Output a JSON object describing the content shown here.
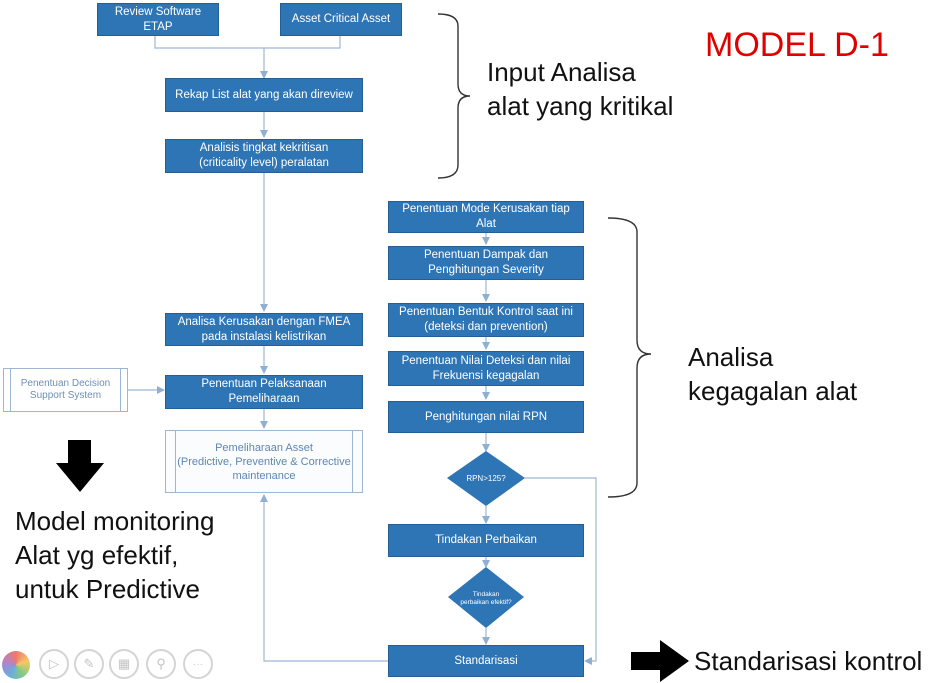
{
  "title": "MODEL D-1",
  "boxes": {
    "review_software": "Review Software\nETAP",
    "asset_critical": "Asset Critical Asset",
    "rekap": "Rekap List alat yang akan direview",
    "analisis_kritis": "Analisis tingkat kekritisan\n(criticality level) peralatan",
    "mode_kerusakan": "Penentuan Mode Kerusakan tiap\nAlat",
    "dampak": "Penentuan Dampak dan\nPenghitungan Severity",
    "kontrol": "Penentuan Bentuk Kontrol saat ini\n(deteksi dan prevention)",
    "deteksi": "Penentuan Nilai Deteksi dan nilai\nFrekuensi kegagalan",
    "rpn": "Penghitungan nilai RPN",
    "fmea": "Analisa Kerusakan dengan FMEA\npada instalasi kelistrikan",
    "pelaksanaan": "Penentuan Pelaksanaan\nPemeliharaan",
    "dss": "Penentuan Decision\nSupport System",
    "pemeliharaan_asset": "Pemeliharaan Asset\n(Predictive, Preventive & Corrective\nmaintenance",
    "tindakan": "Tindakan Perbaikan",
    "standarisasi": "Standarisasi"
  },
  "diamonds": {
    "rpn_check": "RPN>125?",
    "tindakan_check": "Tindakan\nperbaikan efektif?"
  },
  "annotations": {
    "input_analisa": "Input Analisa\nalat yang kritikal",
    "analisa_kegagalan": "Analisa\nkegagalan alat",
    "model_monitoring": "Model monitoring\nAlat yg efektif,\nuntuk Predictive",
    "standarisasi_kontrol": "Standarisasi kontrol"
  },
  "toolbar_icons": [
    "play-icon",
    "pen-icon",
    "slides-icon",
    "zoom-icon",
    "more-icon"
  ],
  "colors": {
    "box": "#2E75B6",
    "title": "#E00000",
    "connector": "#9DB7D3"
  }
}
